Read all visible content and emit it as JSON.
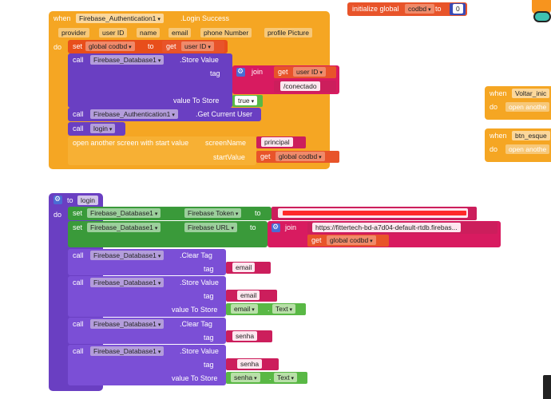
{
  "global_init": {
    "label": "initialize global",
    "var": "codbd",
    "to": "to",
    "value": "0"
  },
  "login_success": {
    "when": "when",
    "component": "Firebase_Authentication1",
    "event": ".Login Success",
    "params": [
      "provider",
      "user ID",
      "name",
      "email",
      "phone Number",
      "profile Picture"
    ],
    "do": "do",
    "set_label": "set",
    "set_var": "global codbd",
    "set_to": "to",
    "get_label": "get",
    "get_var": "user ID",
    "call1_label": "call",
    "call1_component": "Firebase_Database1",
    "call1_method": ".Store Value",
    "tag_label": "tag",
    "join_label": "join",
    "join_get": "get",
    "join_get_var": "user ID",
    "join_str": "/conectado",
    "vts_label": "value To Store",
    "vts_value": "true",
    "call2_label": "call",
    "call2_component": "Firebase_Authentication1",
    "call2_method": ".Get Current User",
    "call3_label": "call",
    "call3_proc": "login",
    "open_label": "open another screen with start value",
    "screen_name_label": "screenName",
    "screen_name_value": "principal",
    "start_value_label": "startValue",
    "start_get": "get",
    "start_get_var": "global codbd"
  },
  "side_blocks": [
    {
      "when": "when",
      "component": "Voltar_inic",
      "do": "do",
      "action": "open anothe"
    },
    {
      "when": "when",
      "component": "btn_esque",
      "do": "do",
      "action": "open anothe"
    }
  ],
  "login_proc": {
    "to": "to",
    "name": "login",
    "do": "do",
    "set1_label": "set",
    "set1_component": "Firebase_Database1",
    "set1_prop": "Firebase Token",
    "set1_to": "to",
    "set2_label": "set",
    "set2_component": "Firebase_Database1",
    "set2_prop": "Firebase URL",
    "set2_to": "to",
    "join_label": "join",
    "url_str": "https://fittertech-bd-a7d04-default-rtdb.firebas...",
    "join_get": "get",
    "join_get_var": "global codbd",
    "calls": [
      {
        "call": "call",
        "component": "Firebase_Database1",
        "method": ".Clear Tag",
        "tag_label": "tag",
        "tag": "email"
      },
      {
        "call": "call",
        "component": "Firebase_Database1",
        "method": ".Store Value",
        "tag_label": "tag",
        "tag": "email",
        "vts_label": "value To Store",
        "vts_comp": "email",
        "vts_prop": "Text"
      },
      {
        "call": "call",
        "component": "Firebase_Database1",
        "method": ".Clear Tag",
        "tag_label": "tag",
        "tag": "senha"
      },
      {
        "call": "call",
        "component": "Firebase_Database1",
        "method": ".Store Value",
        "tag_label": "tag",
        "tag": "senha",
        "vts_label": "value To Store",
        "vts_comp": "senha",
        "vts_prop": "Text"
      }
    ]
  }
}
